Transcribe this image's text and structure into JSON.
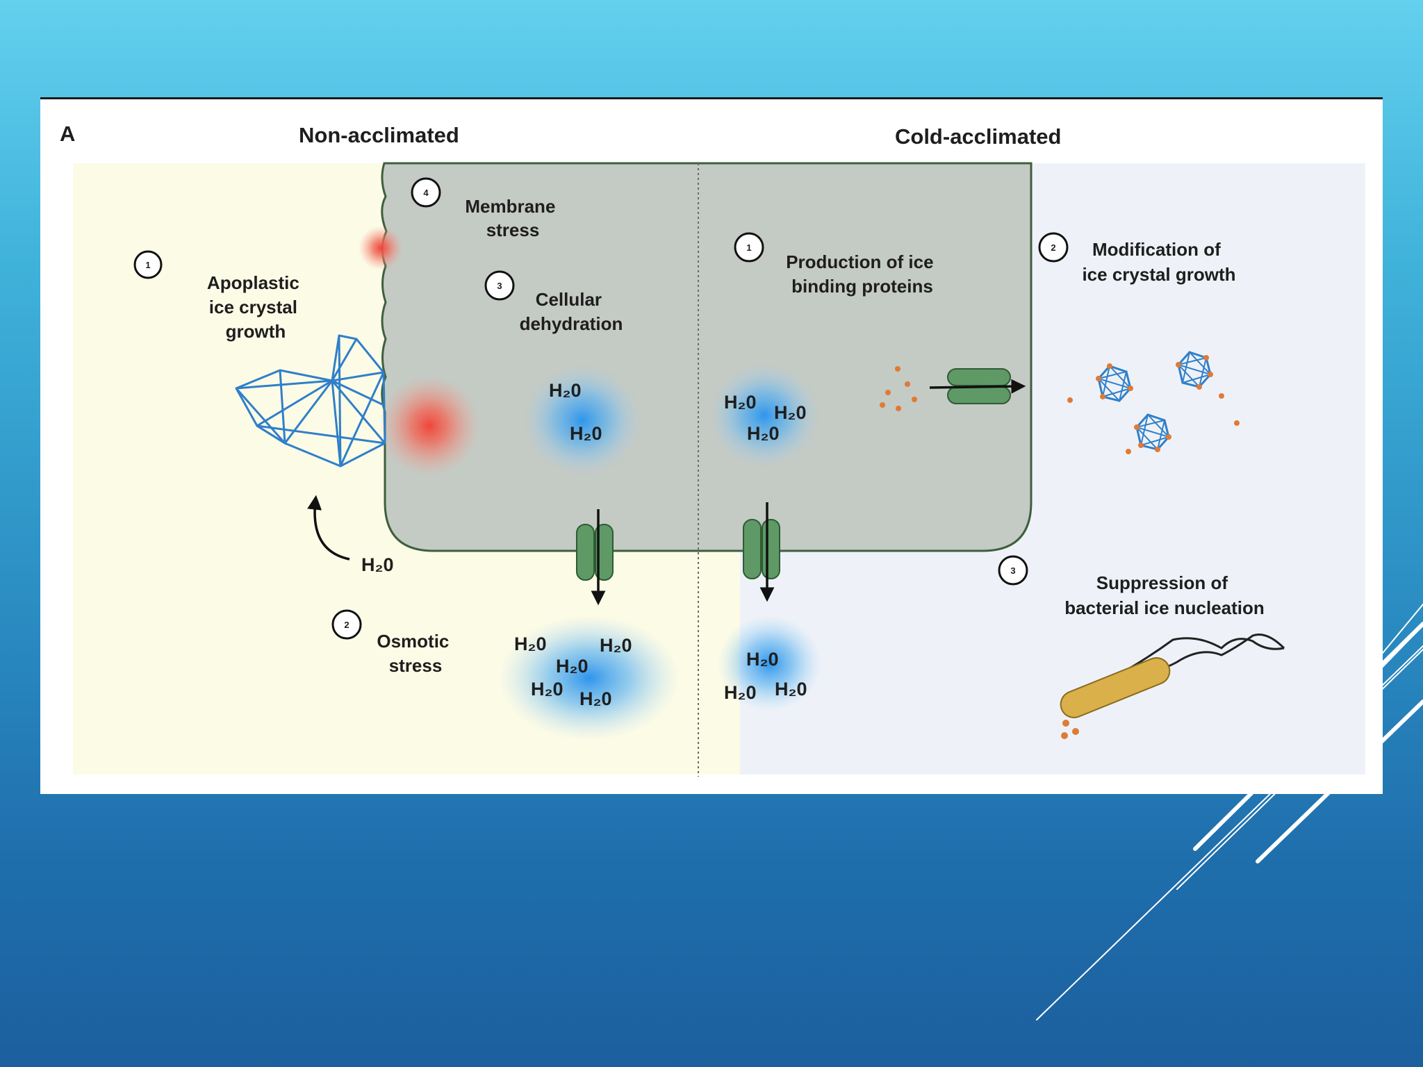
{
  "figure": {
    "panel_letter": "A",
    "headings": {
      "left": "Non-acclimated",
      "right": "Cold-acclimated"
    },
    "non_acclimated": {
      "step1": {
        "number": "1",
        "lines": [
          "Apoplastic",
          "ice crystal",
          "growth"
        ]
      },
      "step2": {
        "number": "2",
        "lines": [
          "Osmotic",
          "stress"
        ]
      },
      "step3": {
        "number": "3",
        "lines": [
          "Cellular",
          "dehydration"
        ]
      },
      "step4": {
        "number": "4",
        "lines": [
          "Membrane",
          "stress"
        ]
      }
    },
    "cold_acclimated": {
      "step1": {
        "number": "1",
        "lines": [
          "Production of ice",
          "binding proteins"
        ]
      },
      "step2": {
        "number": "2",
        "lines": [
          "Modification of",
          "ice crystal growth"
        ]
      },
      "step3": {
        "number": "3",
        "lines": [
          "Suppression of",
          "bacterial ice nucleation"
        ]
      }
    },
    "water_label": "H₂0",
    "colors": {
      "non_acclimated_bg": "#fcfbe6",
      "cold_acclimated_bg": "#eef2f8",
      "cell": "#c4cac4",
      "ice_crystal": "#2f7fc9",
      "membrane_stress": "#f0463a",
      "water_glow": "#3a9fe6",
      "channel": "#3f7a48",
      "ice_binding_protein": "#e07a35",
      "bacterium": "#d9b04a"
    }
  }
}
